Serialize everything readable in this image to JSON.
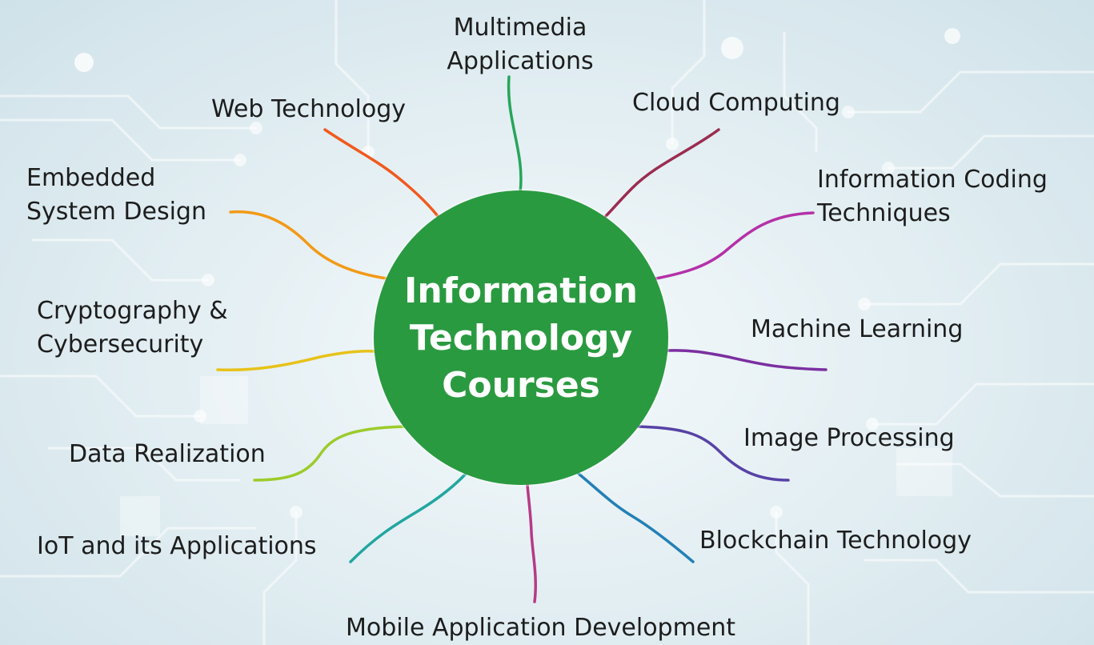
{
  "center": {
    "title": "Information\nTechnology\nCourses",
    "color": "#2a9a40"
  },
  "topics": [
    {
      "id": "multimedia-applications",
      "label": "Multimedia\nApplications",
      "color": "#26a65b"
    },
    {
      "id": "cloud-computing",
      "label": "Cloud Computing",
      "color": "#9b2c50"
    },
    {
      "id": "information-coding-techniques",
      "label": "Information Coding\nTechniques",
      "color": "#b431a8"
    },
    {
      "id": "machine-learning",
      "label": "Machine Learning",
      "color": "#7b2fa0"
    },
    {
      "id": "image-processing",
      "label": "Image Processing",
      "color": "#5742a6"
    },
    {
      "id": "blockchain-technology",
      "label": "Blockchain Technology",
      "color": "#2380b5"
    },
    {
      "id": "mobile-application-development",
      "label": "Mobile Application Development",
      "color": "#b63a86"
    },
    {
      "id": "iot-and-its-applications",
      "label": "IoT and its Applications",
      "color": "#21a6a0"
    },
    {
      "id": "data-realization",
      "label": "Data Realization",
      "color": "#9ccb2a"
    },
    {
      "id": "cryptography-cybersecurity",
      "label": "Cryptography &\nCybersecurity",
      "color": "#e7c21a"
    },
    {
      "id": "embedded-system-design",
      "label": "Embedded\nSystem Design",
      "color": "#f29a17"
    },
    {
      "id": "web-technology",
      "label": "Web Technology",
      "color": "#f05a1e"
    }
  ]
}
